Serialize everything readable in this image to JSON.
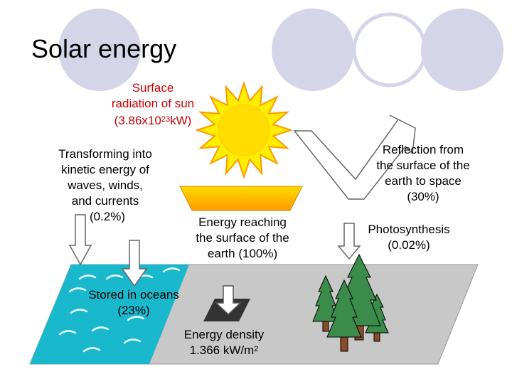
{
  "title": "Solar energy",
  "sun": {
    "line1": "Surface",
    "line2": "radiation of sun",
    "value_prefix": "(3.86x10",
    "value_exp": "23",
    "value_suffix": "kW)"
  },
  "kinetic": {
    "line1": "Transforming into",
    "line2": "kinetic energy of",
    "line3": "waves, winds,",
    "line4": "and currents",
    "line5": "(0.2%)"
  },
  "reaching": {
    "line1": "Energy reaching",
    "line2": "the surface of the",
    "line3": "earth (100%)"
  },
  "reflection": {
    "line1": "Reflection from",
    "line2": "the surface of the",
    "line3": "earth to space",
    "line4": "(30%)"
  },
  "photosynthesis": {
    "line1": "Photosynthesis",
    "line2": "(0.02%)"
  },
  "oceans": {
    "line1": "Stored in oceans",
    "line2": "(23%)"
  },
  "density": {
    "line1": "Energy density",
    "line2_prefix": "1.366 kW/m",
    "line2_exp": "2"
  },
  "colors": {
    "circle_fill": "#d5d5ea",
    "sun_yellow": "#ffee00",
    "sun_orange": "#ff9900",
    "ocean": "#1ab8cc",
    "ground": "#c8c8c8",
    "tree": "#3b8b4a",
    "trunk": "#8b4a2b",
    "label_red": "#cc0000"
  },
  "icons": [
    "sun-icon",
    "tree-icon",
    "wave-icon",
    "arrow-down-icon",
    "reflection-arrow-icon"
  ]
}
